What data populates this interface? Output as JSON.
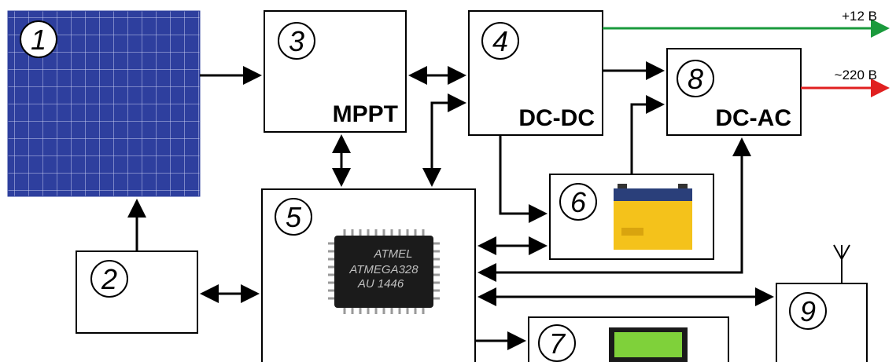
{
  "blocks": {
    "b1": {
      "num": "1"
    },
    "b2": {
      "num": "2"
    },
    "b3": {
      "num": "3",
      "label": "MPPT"
    },
    "b4": {
      "num": "4",
      "label": "DC-DC"
    },
    "b5": {
      "num": "5"
    },
    "b6": {
      "num": "6"
    },
    "b7": {
      "num": "7"
    },
    "b8": {
      "num": "8",
      "label": "DC-AC"
    },
    "b9": {
      "num": "9"
    }
  },
  "outputs": {
    "dc": {
      "label": "+12 В",
      "color": "#1a9a3c"
    },
    "ac": {
      "label": "~220 В",
      "color": "#e02020"
    }
  },
  "chip": {
    "logo": "ATMEL",
    "line1": "ATMEGA328",
    "line2": "AU 1446"
  },
  "colors": {
    "panel": "#2e3f9e",
    "battery": "#f4c21b",
    "lcd": "#7fd13a"
  }
}
